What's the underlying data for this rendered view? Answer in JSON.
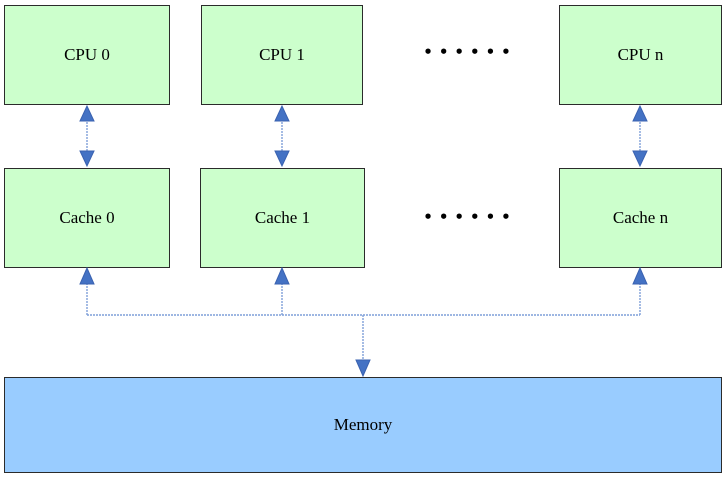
{
  "colors": {
    "node_fill_green": "#ccffcc",
    "memory_fill_blue": "#99ccff",
    "border": "#2b2b2b",
    "arrow_head": "#4472c4",
    "arrow_line": "#7f9fd9"
  },
  "nodes": {
    "cpu0": {
      "label": "CPU 0"
    },
    "cpu1": {
      "label": "CPU 1"
    },
    "cpun": {
      "label": "CPU n"
    },
    "cache0": {
      "label": "Cache 0"
    },
    "cache1": {
      "label": "Cache 1"
    },
    "cachen": {
      "label": "Cache n"
    },
    "memory": {
      "label": "Memory"
    }
  },
  "ellipsis": {
    "cpu_row": "••••••",
    "cache_row": "••••••"
  },
  "connections": [
    {
      "from": "cpu0",
      "to": "cache0",
      "type": "bidirectional-arrow"
    },
    {
      "from": "cpu1",
      "to": "cache1",
      "type": "bidirectional-arrow"
    },
    {
      "from": "cpun",
      "to": "cachen",
      "type": "bidirectional-arrow"
    },
    {
      "from": "bus",
      "to": "cache0",
      "type": "arrow"
    },
    {
      "from": "bus",
      "to": "cache1",
      "type": "arrow"
    },
    {
      "from": "bus",
      "to": "cachen",
      "type": "arrow"
    },
    {
      "from": "bus",
      "to": "memory",
      "type": "arrow"
    }
  ]
}
